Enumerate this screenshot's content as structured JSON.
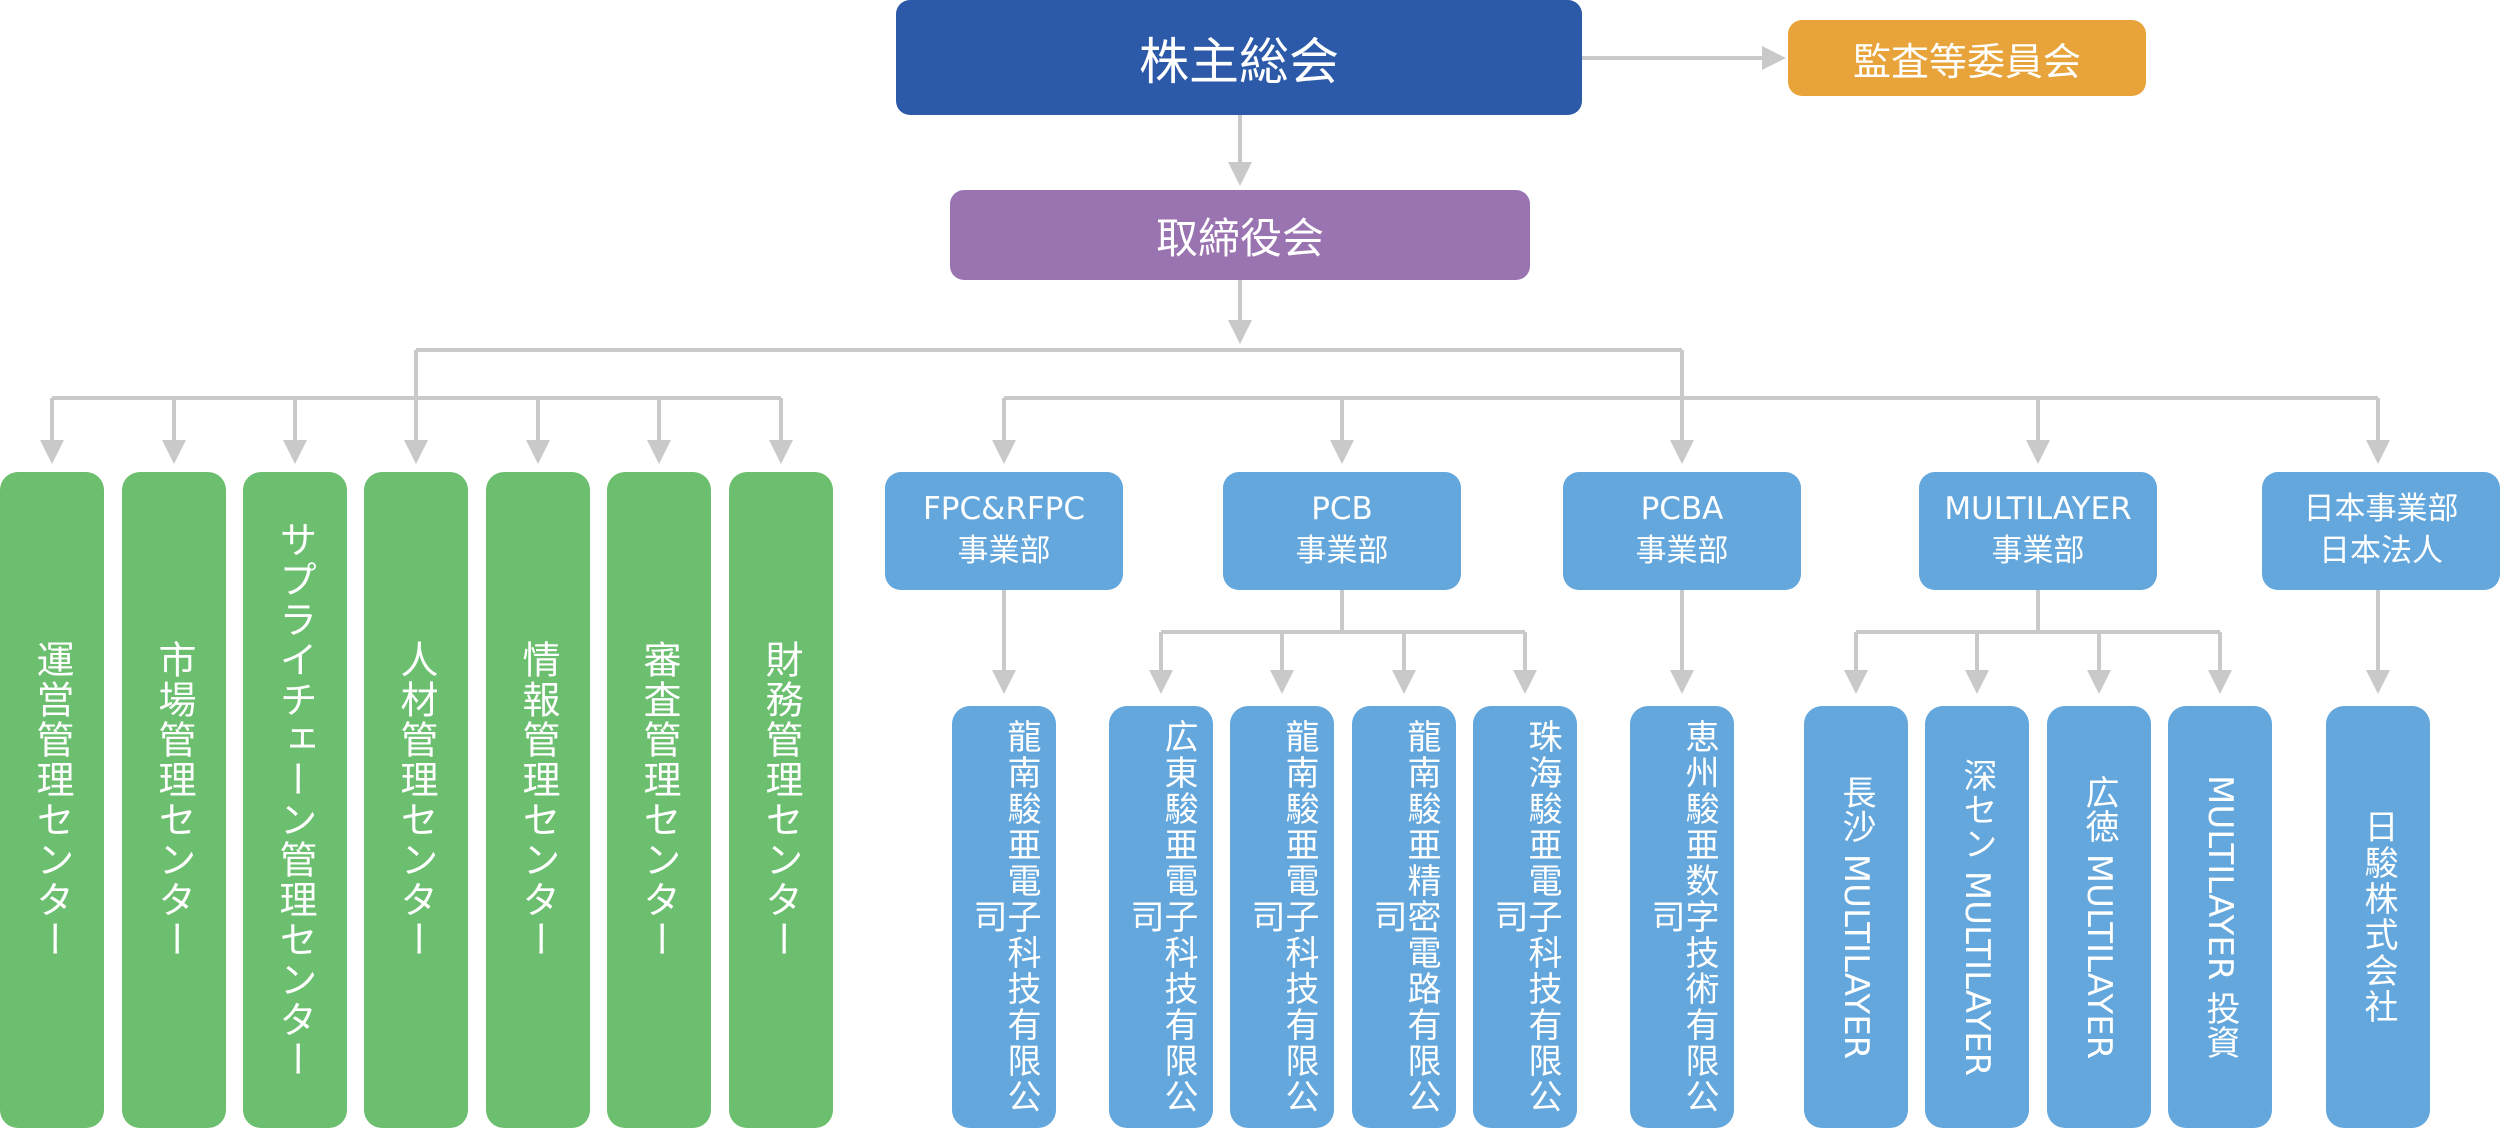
{
  "colors": {
    "shareholders": "#2c5aa8",
    "audit": "#e8a43a",
    "board": "#9a73b1",
    "center": "#6bbf6f",
    "division": "#63a7dd",
    "connector": "#c9c9c9"
  },
  "shareholders": "株主総会",
  "audit": "監査等委員会",
  "board": "取締役会",
  "centers": [
    "運営管理センター",
    "市場管理センター",
    "サプライチェーン管理センター",
    "人材管理センター",
    "情報管理センター",
    "審査管理センター",
    "財務管理センター"
  ],
  "divisions": [
    {
      "name": "FPC&RFPC\n事業部",
      "subs": [
        "龍南駿亜電子科技有限公司"
      ]
    },
    {
      "name": "PCB\n事業部",
      "subs": [
        "広東駿亜電子科技有限公司",
        "龍南駿亜電子科技有限公司",
        "龍南駿亜精密電路有限公司",
        "珠海駿亜電子科技有限公司"
      ]
    },
    {
      "name": "PCBA\n事業部",
      "subs": [
        "恵州駿亜数字技術有限公司"
      ]
    },
    {
      "name": "MULTILAYER\n事業部",
      "subs": [
        "長沙 MULTILAYER",
        "深セン MULTILAYER",
        "広徳 MULTILAYER",
        "MULTILAYER 投資"
      ]
    },
    {
      "name": "日本事業部\n日本法人",
      "subs": [
        "日駿株式会社"
      ]
    }
  ]
}
